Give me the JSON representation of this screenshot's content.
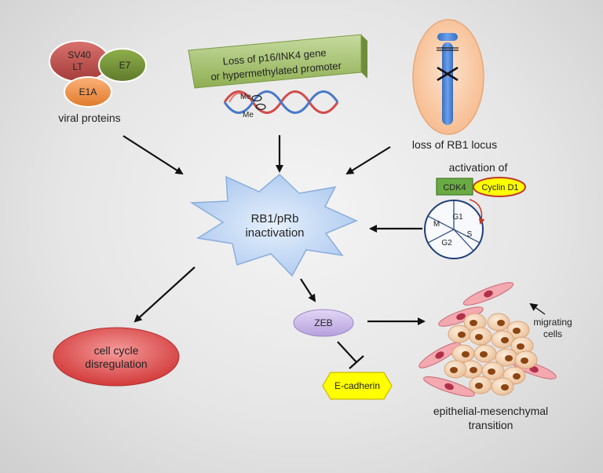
{
  "viral": {
    "sv40_line1": "SV40",
    "sv40_line2": "LT",
    "e7": "E7",
    "e1a": "E1A",
    "label": "viral proteins"
  },
  "p16": {
    "line1": "Loss of p16/INK4 gene",
    "line2": "or hypermethylated promoter",
    "me1": "Me",
    "me2": "Me"
  },
  "rb1_locus": {
    "label": "loss of RB1 locus"
  },
  "center": {
    "line1": "RB1/pRb",
    "line2": "inactivation"
  },
  "activation": {
    "title": "activation of",
    "cdk4": "CDK4",
    "cyclin": "Cyclin D1",
    "phases": {
      "g1": "G1",
      "s": "S",
      "g2": "G2",
      "m": "M"
    }
  },
  "cell_cycle": {
    "line1": "cell cycle",
    "line2": "disregulation"
  },
  "zeb": "ZEB",
  "ecadherin": "E-cadherin",
  "emt": {
    "migrating_line1": "migrating",
    "migrating_line2": "cells",
    "label_line1": "epithelial-mesenchymal",
    "label_line2": "transition"
  },
  "colors": {
    "sv40": "#c0504d",
    "e7": "#77933c",
    "e1a": "#f79646",
    "p16_box": "#9bbb59",
    "chromosome": "#4a86d6",
    "rb1_bg": "#fbd5b5",
    "star": "#bcd3f2",
    "cdk4": "#70ad47",
    "cyclin": "#ffff00",
    "cell_cycle": "#e05050",
    "zeb": "#c9b8e8",
    "ecadherin": "#ffff00",
    "cell": "#f8d7b8",
    "nucleus": "#8b4513",
    "mesenchymal": "#f4a8b0"
  }
}
